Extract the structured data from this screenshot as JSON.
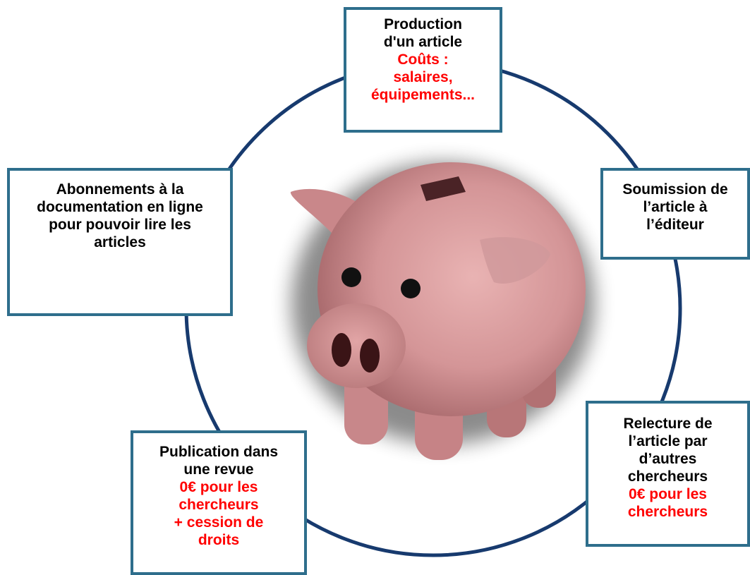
{
  "colors": {
    "circle": "#173a6e",
    "box_border": "#2e6e8c",
    "cost_text": "#ff0000",
    "pig_body": "#d99a9c"
  },
  "center_image": "piggy-bank",
  "boxes": {
    "production": {
      "lines": [
        "Production",
        "d'un article"
      ],
      "red_lines": [
        "Coûts :",
        "salaires,",
        "équipements..."
      ]
    },
    "soumission": {
      "lines": [
        "Soumission de",
        "l’article à",
        "l’éditeur"
      ]
    },
    "relecture": {
      "lines": [
        "Relecture de",
        "l’article par",
        "d’autres",
        "chercheurs"
      ],
      "red_lines": [
        "0€ pour les",
        "chercheurs"
      ]
    },
    "publication": {
      "lines": [
        "Publication dans",
        "une revue"
      ],
      "red_lines": [
        "0€ pour les",
        "chercheurs",
        "+ cession de",
        "droits"
      ]
    },
    "abonnements": {
      "lines": [
        "Abonnements à la",
        "documentation en ligne",
        "pour pouvoir lire les",
        "articles"
      ]
    }
  }
}
